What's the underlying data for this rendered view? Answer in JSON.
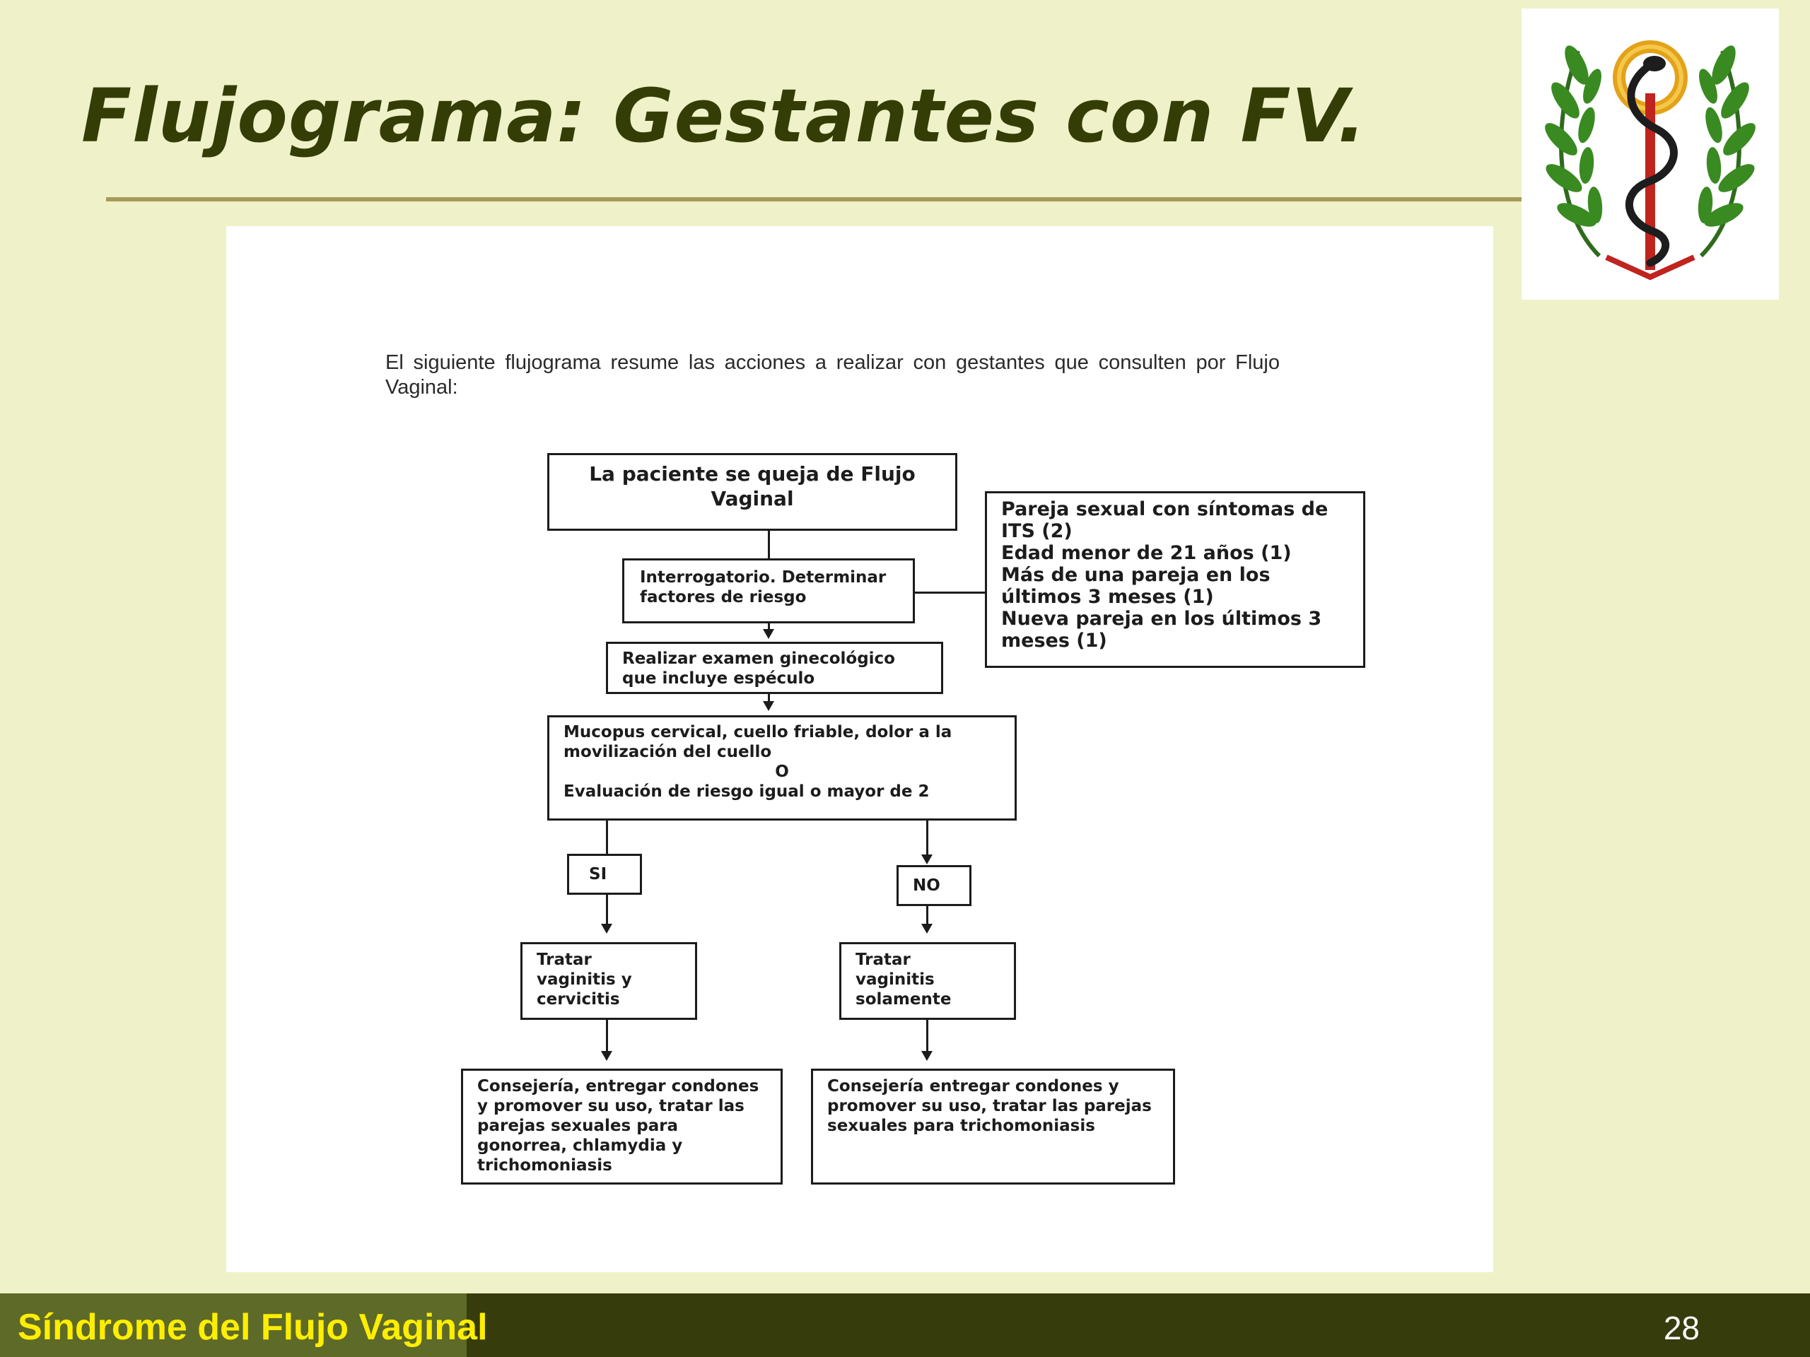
{
  "slide": {
    "title": "Flujograma: Gestantes con FV.",
    "footer_title": "Síndrome del Flujo Vaginal",
    "page_number": "28"
  },
  "logo": {
    "icon": "caduceus-laurel-wreath-emblem"
  },
  "flowchart": {
    "intro": "El siguiente flujograma resume las acciones a realizar con gestantes que consulten por Flujo Vaginal:",
    "start": "La paciente se queja de Flujo Vaginal",
    "interrogation": "Interrogatorio. Determinar factores de riesgo",
    "risk_factors": [
      "Pareja sexual con síntomas de ITS (2)",
      "Edad menor de 21 años (1)",
      "Más de una pareja en los últimos 3 meses (1)",
      "Nueva pareja en los últimos 3 meses (1)"
    ],
    "exam": "Realizar examen ginecológico que incluye espéculo",
    "decision": {
      "line1": "Mucopus cervical, cuello friable, dolor a la movilización del cuello",
      "or": "O",
      "line2": "Evaluación de riesgo igual o mayor de 2"
    },
    "yes_label": "SI",
    "no_label": "NO",
    "treat_yes": "Tratar vaginitis y cervicitis",
    "treat_no": "Tratar vaginitis solamente",
    "counsel_yes": "Consejería, entregar condones y promover su uso, tratar las parejas sexuales para gonorrea, chlamydia y trichomoniasis",
    "counsel_no": "Consejería entregar condones y promover su uso, tratar las parejas sexuales para trichomoniasis"
  },
  "colors": {
    "background": "#eff1c8",
    "title": "#353d06",
    "footer_bar": "#363c0b",
    "footer_text": "#ffee00"
  }
}
